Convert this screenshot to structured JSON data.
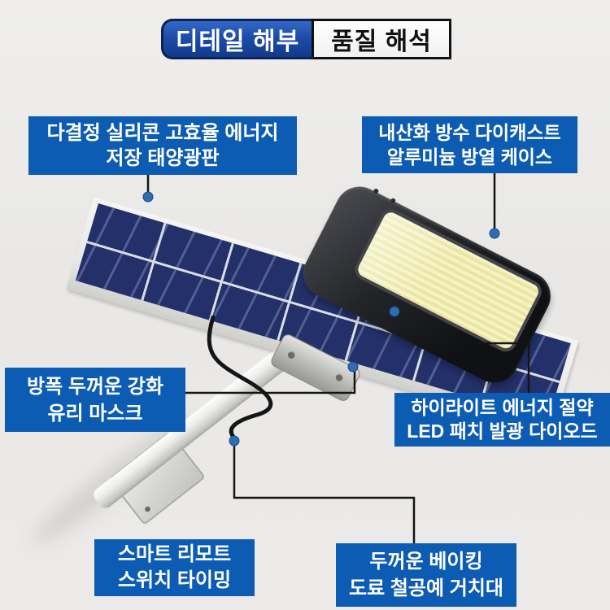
{
  "header": {
    "badge_left": "디테일 해부",
    "badge_right": "품질 해석"
  },
  "callouts": {
    "top_left": {
      "line1": "다결정 실리콘 고효율 에너지",
      "line2": "저장 태양광판"
    },
    "top_right": {
      "line1": "내산화 방수 다이캐스트",
      "line2": "알루미늄 방열 케이스"
    },
    "mid_left": {
      "line1": "방폭 두꺼운 강화",
      "line2": "유리 마스크"
    },
    "mid_right": {
      "line1": "하이라이트 에너지 절약",
      "line2": "LED 패치 발광 다이오드"
    },
    "bottom_left": {
      "line1": "스마트 리모트",
      "line2": "스위치 타이밍"
    },
    "bottom_right": {
      "line1": "두꺼운 베이킹",
      "line2": "도료 철공예 거치대"
    }
  },
  "colors": {
    "label_bg": "#0d5cb3",
    "title_blue": "#1d4da9",
    "callout_line": "#141414",
    "callout_dot": "#2e6cb0",
    "background": "#eae9e7",
    "panel_cell": "#24306a",
    "led_yellow": "#f0edb5"
  }
}
